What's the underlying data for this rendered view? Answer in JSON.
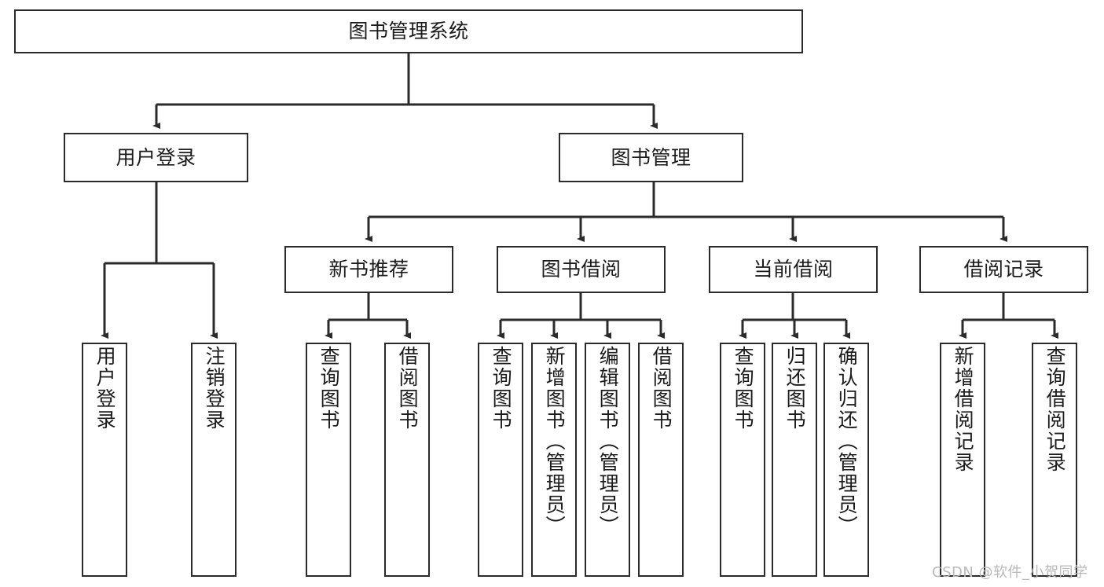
{
  "diagram": {
    "title": "图书管理系统",
    "type": "hierarchy-tree",
    "watermark": "CSDN @软件_小贺同学",
    "colors": {
      "background": "#ffffff",
      "box_border": "#2b2b2b",
      "box_fill": "#ffffff",
      "edge": "#2b2b2b",
      "text": "#1b1b1b",
      "watermark": "#b9b9b9"
    },
    "levels": {
      "root": {
        "label": "图书管理系统"
      },
      "level1": [
        {
          "label": "用户登录"
        },
        {
          "label": "图书管理"
        }
      ],
      "level2": [
        {
          "label": "新书推荐"
        },
        {
          "label": "图书借阅"
        },
        {
          "label": "当前借阅"
        },
        {
          "label": "借阅记录"
        }
      ],
      "leaves": {
        "user_login": [
          {
            "label": "用户登录"
          },
          {
            "label": "注销登录"
          }
        ],
        "new_book_recommend": [
          {
            "label": "查询图书"
          },
          {
            "label": "借阅图书"
          }
        ],
        "book_borrow": [
          {
            "label": "查询图书"
          },
          {
            "label": "新增图书（管理员）"
          },
          {
            "label": "编辑图书（管理员）"
          },
          {
            "label": "借阅图书"
          }
        ],
        "current_borrow": [
          {
            "label": "查询图书"
          },
          {
            "label": "归还图书"
          },
          {
            "label": "确认归还（管理员）"
          }
        ],
        "borrow_record": [
          {
            "label": "新增借阅记录"
          },
          {
            "label": "查询借阅记录"
          }
        ]
      }
    }
  }
}
